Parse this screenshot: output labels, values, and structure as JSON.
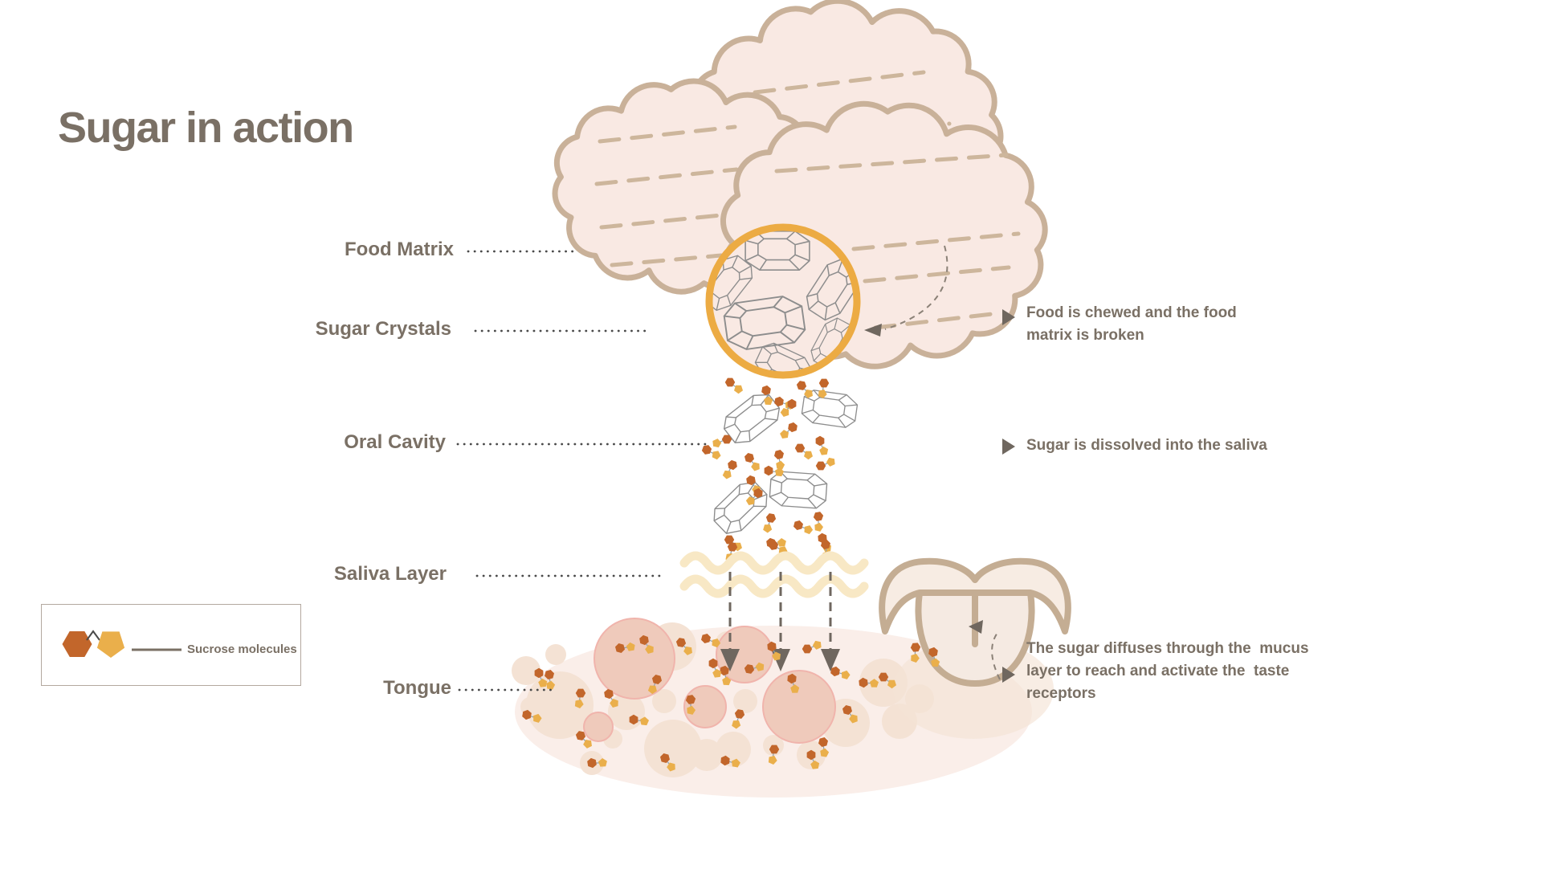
{
  "title": "Sugar in action",
  "labels": [
    {
      "id": "food-matrix",
      "text": "Food Matrix"
    },
    {
      "id": "sugar-crystals",
      "text": "Sugar Crystals"
    },
    {
      "id": "oral-cavity",
      "text": "Oral Cavity"
    },
    {
      "id": "saliva-layer",
      "text": "Saliva Layer"
    },
    {
      "id": "tongue",
      "text": "Tongue"
    }
  ],
  "annotations": [
    {
      "lines": [
        "Food is chewed and the food",
        "matrix is broken"
      ]
    },
    {
      "lines": [
        "Sugar is dissolved into the saliva"
      ]
    },
    {
      "lines": [
        "The sugar diffuses through the  mucus",
        "layer to reach and activate the  taste",
        "receptors"
      ]
    }
  ],
  "legend": {
    "label": "Sucrose molecules"
  },
  "colors": {
    "text": "#7a7065",
    "cookie_fill": "#f9e9e3",
    "cookie_outline": "#c9b199",
    "cookie_dash": "#cdb69c",
    "magnifier_ring": "#ecab43",
    "crystal_line": "#8d8d8d",
    "saliva": "#f8e8c5",
    "arrow": "#6f675f",
    "leader_dots": "#4a4a4a",
    "glucose_hex": "#c2662b",
    "fructose_pent": "#eaaf4b",
    "molecule_link": "#8fa0ac",
    "tongue_fill": "#faeee9",
    "papilla_beige": "#f4e2d4",
    "papilla_pink": "#efcabb",
    "papilla_pink_edge": "#f0b4ac",
    "mouth_outline": "#c4ad93",
    "mouth_fill": "#f7ece3",
    "tongue_icon_fill": "#f5eae2",
    "under_mouth_blob": "#f4e3d6"
  }
}
